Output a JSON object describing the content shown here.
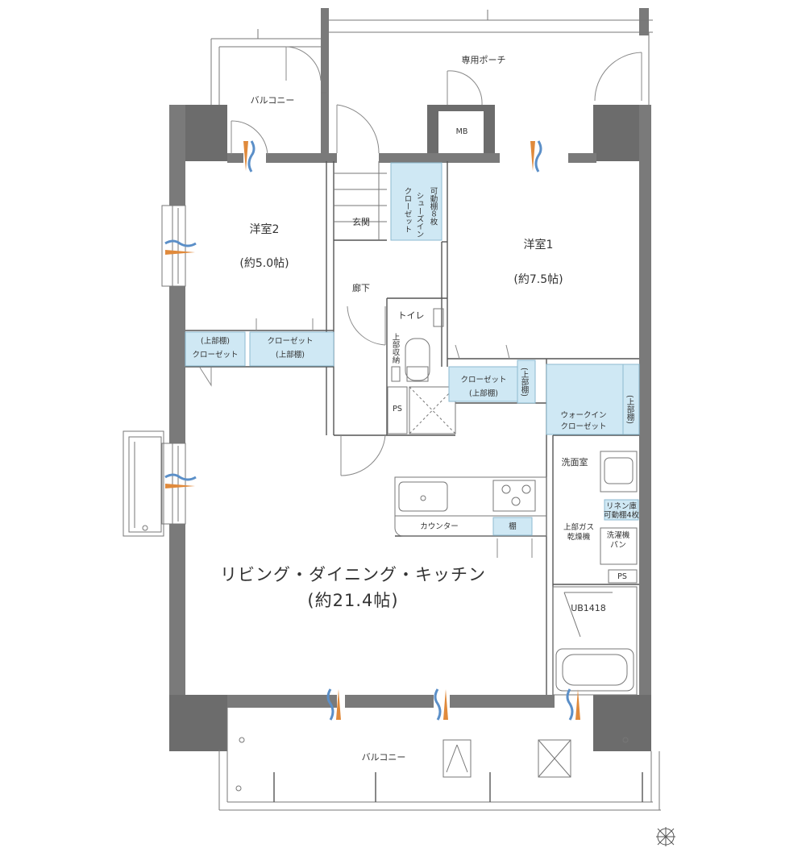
{
  "rooms": {
    "private_porch": "専用ポーチ",
    "balcony_top": "バルコニー",
    "mb": "MB",
    "western_room_2": "洋室2",
    "western_room_2_size": "(約5.0帖)",
    "western_room_1": "洋室1",
    "western_room_1_size": "(約7.5帖)",
    "entrance": "玄関",
    "hallway": "廊下",
    "toilet": "トイレ",
    "ldk": "リビング・ダイニング・キッチン",
    "ldk_size": "(約21.4帖)",
    "washroom": "洗面室",
    "bath": "UB1418",
    "balcony_bottom": "バルコニー"
  },
  "storage": {
    "shoe_closet": [
      "可動棚８枚",
      "シューズイン",
      "クローゼット"
    ],
    "closet_r2_left": [
      "(上部棚)",
      "クローゼット"
    ],
    "closet_r2_right": [
      "クローゼット",
      "(上部棚)"
    ],
    "closet_r1": [
      "クローゼット",
      "(上部棚)"
    ],
    "upper_shelf_vertical": "(上部棚)",
    "walk_in_closet": [
      "ウォークイン",
      "クローゼット"
    ],
    "upper_shelf_wic": "(上部棚)",
    "toilet_upper_storage": "上部収納",
    "linen": [
      "リネン庫",
      "可動棚4枚"
    ],
    "shelf": "棚"
  },
  "fixtures": {
    "ps_toilet": "PS",
    "ps_wash": "PS",
    "counter": "カウンター",
    "gas_dryer": [
      "上部ガス",
      "乾燥機"
    ],
    "washer_pan": [
      "洗濯機",
      "パン"
    ]
  },
  "colors": {
    "wall": "#7a7a7a",
    "storage_fill": "#cfe8f4",
    "airflow_orange": "#e08a3c",
    "airflow_blue": "#5b8fc8"
  }
}
